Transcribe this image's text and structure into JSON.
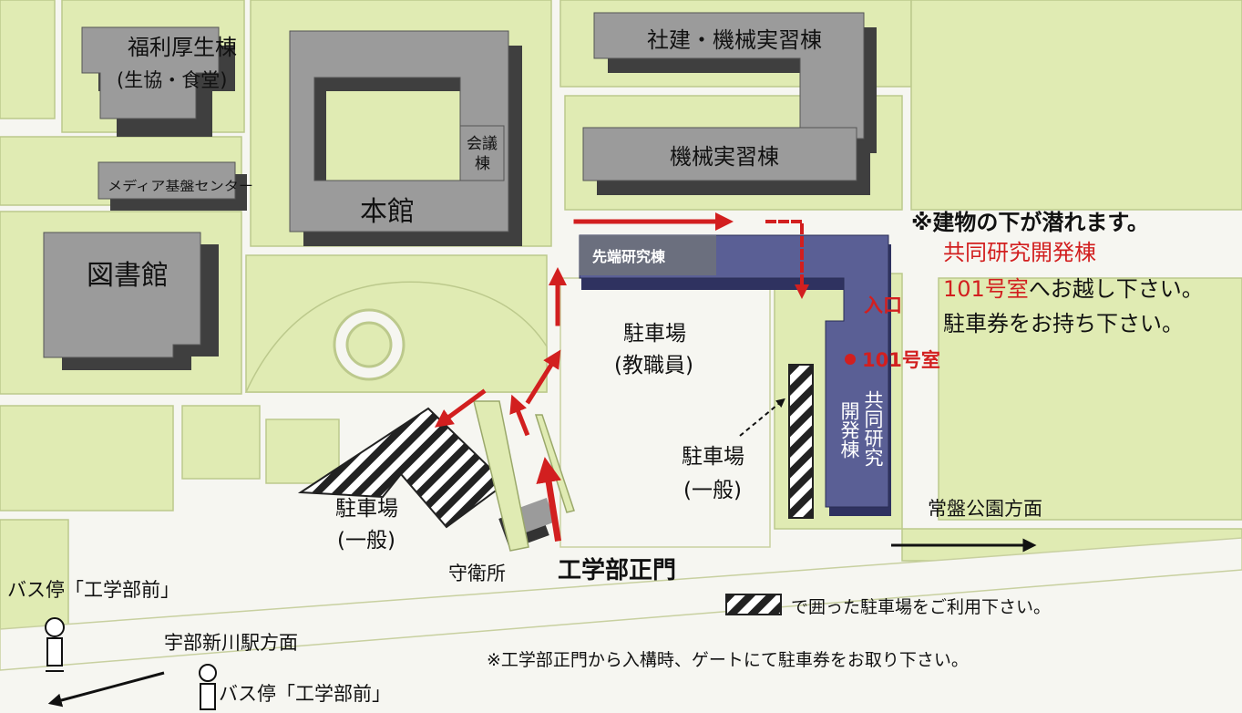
{
  "map": {
    "buildings": {
      "welfare_line1": "福利厚生棟",
      "welfare_line2": "(生協・食堂)",
      "main": "本館",
      "conference_1": "会議",
      "conference_2": "棟",
      "media": "メディア基盤センター",
      "library": "図書館",
      "workshop_social": "社建・機械実習棟",
      "workshop_mech": "機械実習棟",
      "advanced": "先端研究棟",
      "joint_col1": "共同研究",
      "joint_col2": "開発棟",
      "guard": "守衛所"
    },
    "parking": {
      "staff_1": "駐車場",
      "staff_2": "(教職員)",
      "general_right_1": "駐車場",
      "general_right_2": "(一般)",
      "general_left_1": "駐車場",
      "general_left_2": "(一般)"
    },
    "places": {
      "main_gate": "工学部正門",
      "entrance": "入口",
      "room": "101号室",
      "tokiwa_park": "常盤公園方面",
      "ube_station": "宇部新川駅方面",
      "bus_stop_1": "バス停「工学部前」",
      "bus_stop_2": "バス停「工学部前」"
    },
    "notes": {
      "pass_under": "※建物の下が潜れます。",
      "visit_1": "共同研究開発棟",
      "visit_2_red": "101号室",
      "visit_2_black": "へお越し下さい。",
      "ticket": "駐車券をお持ち下さい。",
      "parking_use": "で囲った駐車場をご利用下さい。",
      "gate_ticket": "※工学部正門から入構時、ゲートにて駐車券をお取り下さい。"
    },
    "colors": {
      "grass": "#e0ebb3",
      "building_gray": "#9b9b9b",
      "building_shadow": "#3f3f3f",
      "joint_building": "#5a5f95",
      "route_red": "#d21f1f",
      "road": "#f6f6f1"
    }
  }
}
